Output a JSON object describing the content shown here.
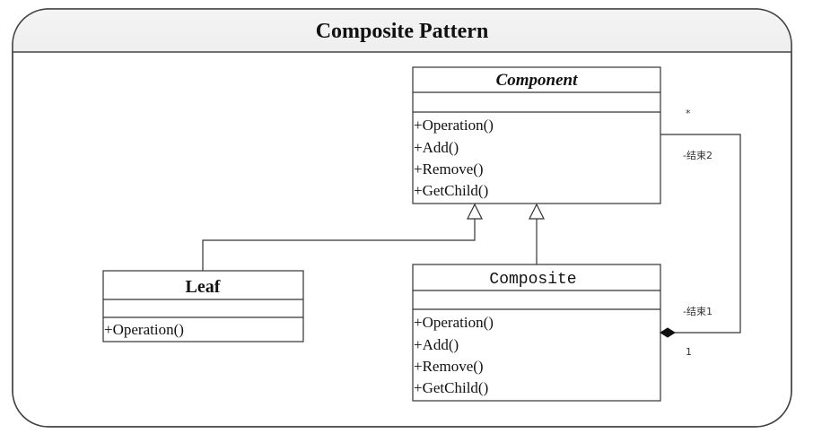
{
  "diagram": {
    "title": "Composite Pattern",
    "classes": {
      "component": {
        "name": "Component",
        "attributes": [],
        "operations": [
          "+Operation()",
          "+Add()",
          "+Remove()",
          "+GetChild()"
        ]
      },
      "leaf": {
        "name": "Leaf",
        "attributes": [],
        "operations": [
          "+Operation()"
        ]
      },
      "composite": {
        "name": "Composite",
        "attributes": [],
        "operations": [
          "+Operation()",
          "+Add()",
          "+Remove()",
          "+GetChild()"
        ]
      }
    },
    "relationships": [
      {
        "type": "generalization",
        "from": "Leaf",
        "to": "Component"
      },
      {
        "type": "generalization",
        "from": "Composite",
        "to": "Component"
      },
      {
        "type": "aggregation",
        "whole": "Composite",
        "part": "Component",
        "whole_role": "-结束1",
        "whole_multiplicity": "1",
        "part_role": "-结束2",
        "part_multiplicity": "*"
      }
    ]
  }
}
